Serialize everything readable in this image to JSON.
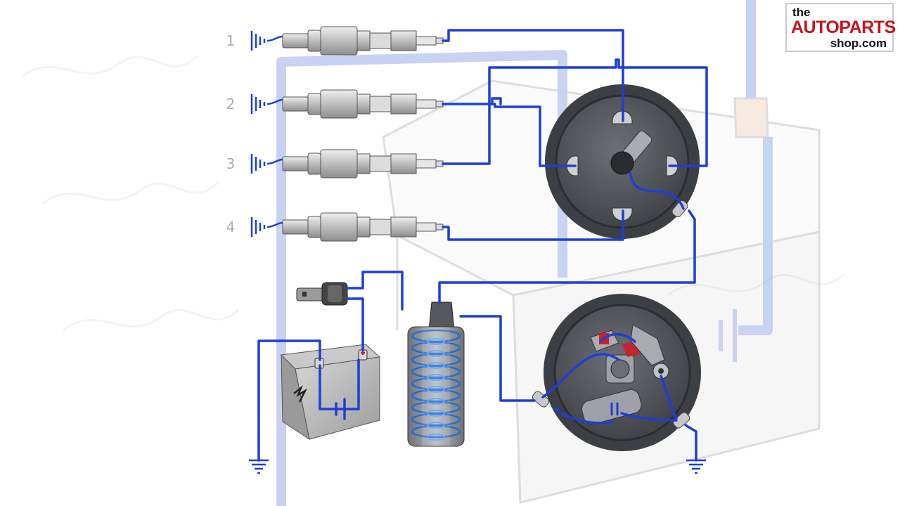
{
  "plug_labels": [
    "1",
    "2",
    "3",
    "4"
  ],
  "logo": {
    "line1": "the",
    "line2": "AUTOPARTS",
    "line3": "shop.com"
  },
  "colors": {
    "wire": "#1d3fd6",
    "ghost_wire": "#c8d2f3",
    "metal": "#c9c9c9",
    "cap": "#4a4d52",
    "logo_red": "#c4161c",
    "label_grey": "#a8aeb6"
  }
}
